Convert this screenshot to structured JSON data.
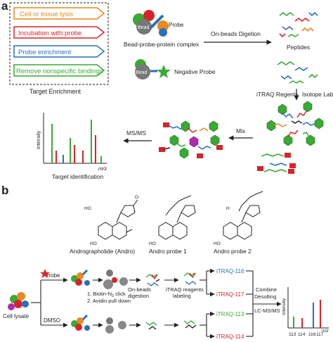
{
  "panel_a": {
    "label": "a",
    "steps": [
      {
        "text": "Cell or tissue lysis",
        "color": "#e8891e"
      },
      {
        "text": "Incubation with probe",
        "color": "#d8232a"
      },
      {
        "text": "Probe enrichment",
        "color": "#2a6fbd"
      },
      {
        "text": "Remove nonspecific bindings",
        "color": "#3aa935"
      }
    ],
    "target_enrichment": "Target Enrichment",
    "bead": "Bead",
    "probe": "Probe",
    "complex": "Bead-probe-protein complex",
    "negative_probe": "Negative Probe",
    "on_beads_digetion": "On-beads Digetion",
    "peptides": "Peptides",
    "itraq_reagents": "iTRAQ Regents",
    "isotope_labeling": "Isotope Labeling",
    "mix": "Mix",
    "ms_ms": "MS/MS",
    "intensity": "Intensity",
    "mz": "m/z",
    "target_identification": "Target identification"
  },
  "panel_b": {
    "label": "b",
    "compounds": [
      {
        "name": "Andrographolide (Andro)"
      },
      {
        "name": "Andro probe 1"
      },
      {
        "name": "Andro probe 2"
      }
    ],
    "cell_lysate": "Cell lysate",
    "probe": "Probe",
    "dmso": "DMSO",
    "step1": "1. Biotin-N",
    "step1_sub": "3",
    "step1_end": " click",
    "step2": "2. Avidin pull down",
    "on_beads": "On-beads",
    "digestion": "digestion",
    "itraq_line1": "iTRAQ reagents",
    "itraq_line2": "labeling",
    "tags": [
      {
        "text": "iTRAQ-116",
        "color": "#2a6fbd"
      },
      {
        "text": "iTRAQ-117",
        "color": "#d8232a"
      },
      {
        "text": "iTRAQ-113",
        "color": "#3aa935"
      },
      {
        "text": "iTRAQ-114",
        "color": "#d8232a"
      }
    ],
    "combine": "Combine",
    "desalting": "Desulting",
    "lcms": "LC-MS/MS",
    "intensity": "Intensity",
    "mz_ticks": [
      "113",
      "114",
      "116",
      "117"
    ],
    "mz": "m/z"
  }
}
